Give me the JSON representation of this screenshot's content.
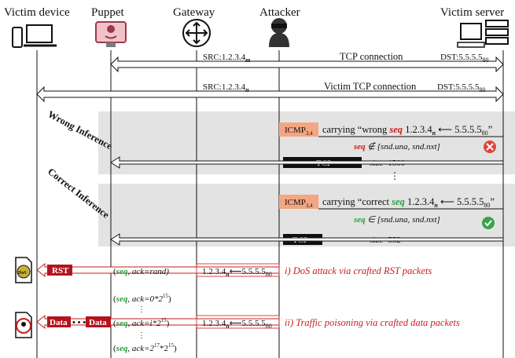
{
  "entities": {
    "victim_device": "Victim device",
    "puppet": "Puppet",
    "gateway": "Gateway",
    "attacker": "Attacker",
    "victim_server": "Victim server"
  },
  "connections": {
    "tcp": {
      "src": "SRC:1.2.3.4",
      "src_sub": "m",
      "label": "TCP connection",
      "dst": "DST:5.5.5.5",
      "dst_sub": "80"
    },
    "victim_tcp": {
      "src": "SRC:1.2.3.4",
      "src_sub": "n",
      "label": "Victim TCP connection",
      "dst": "DST:5.5.5.5",
      "dst_sub": "80"
    }
  },
  "wrong_inference": {
    "title": "Wrong Inference",
    "icmp": "ICMP",
    "icmp_sub": "3,4",
    "carrying_pre": "carrying “wrong ",
    "seq": "seq",
    "addr": " 1.2.3.4",
    "addr_sub": "n",
    "arrow_dst": "5.5.5.5",
    "arrow_dst_sub": "80",
    "close_quote": "”",
    "cond_seq": "seq",
    "cond_rest": " ∉ [snd.una, snd.nxt]",
    "tcp": "TCP",
    "size": "size=1500"
  },
  "correct_inference": {
    "title": "Correct Inference",
    "icmp": "ICMP",
    "icmp_sub": "3,4",
    "carrying_pre": "carrying “correct ",
    "seq": "seq",
    "addr": " 1.2.3.4",
    "addr_sub": "n",
    "arrow_dst": "5.5.5.5",
    "arrow_dst_sub": "80",
    "close_quote": "”",
    "cond_seq": "seq",
    "cond_rest": " ∈ [snd.una, snd.nxt]",
    "tcp": "TCP",
    "size": "size=552"
  },
  "rst_attack": {
    "packet": "RST",
    "params_open": "(",
    "seq": "seq",
    "params_rest": ", ack=rand)",
    "addr": "1.2.3.4",
    "addr_sub": "n",
    "dst": "5.5.5.5",
    "dst_sub": "80",
    "caption": "i) DoS attack via crafted RST packets",
    "icon_text": "DoS"
  },
  "data_attack": {
    "packet": "Data",
    "dots": "• • •",
    "seq": "seq",
    "ack0": ", ack=0*2",
    "acki": ", ack=i*2",
    "ackn_base": ", ack=2",
    "ackn_mid": "*2",
    "exp15": "15",
    "exp17": "17",
    "addr": "1.2.3.4",
    "addr_sub": "n",
    "dst": "5.5.5.5",
    "dst_sub": "80",
    "caption": "ii) Traffic poisoning via crafted data packets"
  },
  "colors": {
    "seq_red": "#c81e1e",
    "seq_green": "#2a9d3c",
    "icmp_box": "#f4a582",
    "packet_red": "#b3141e",
    "panel_gray": "#d9d9d9",
    "fail_red": "#e0453a",
    "ok_green": "#3aa34a"
  }
}
